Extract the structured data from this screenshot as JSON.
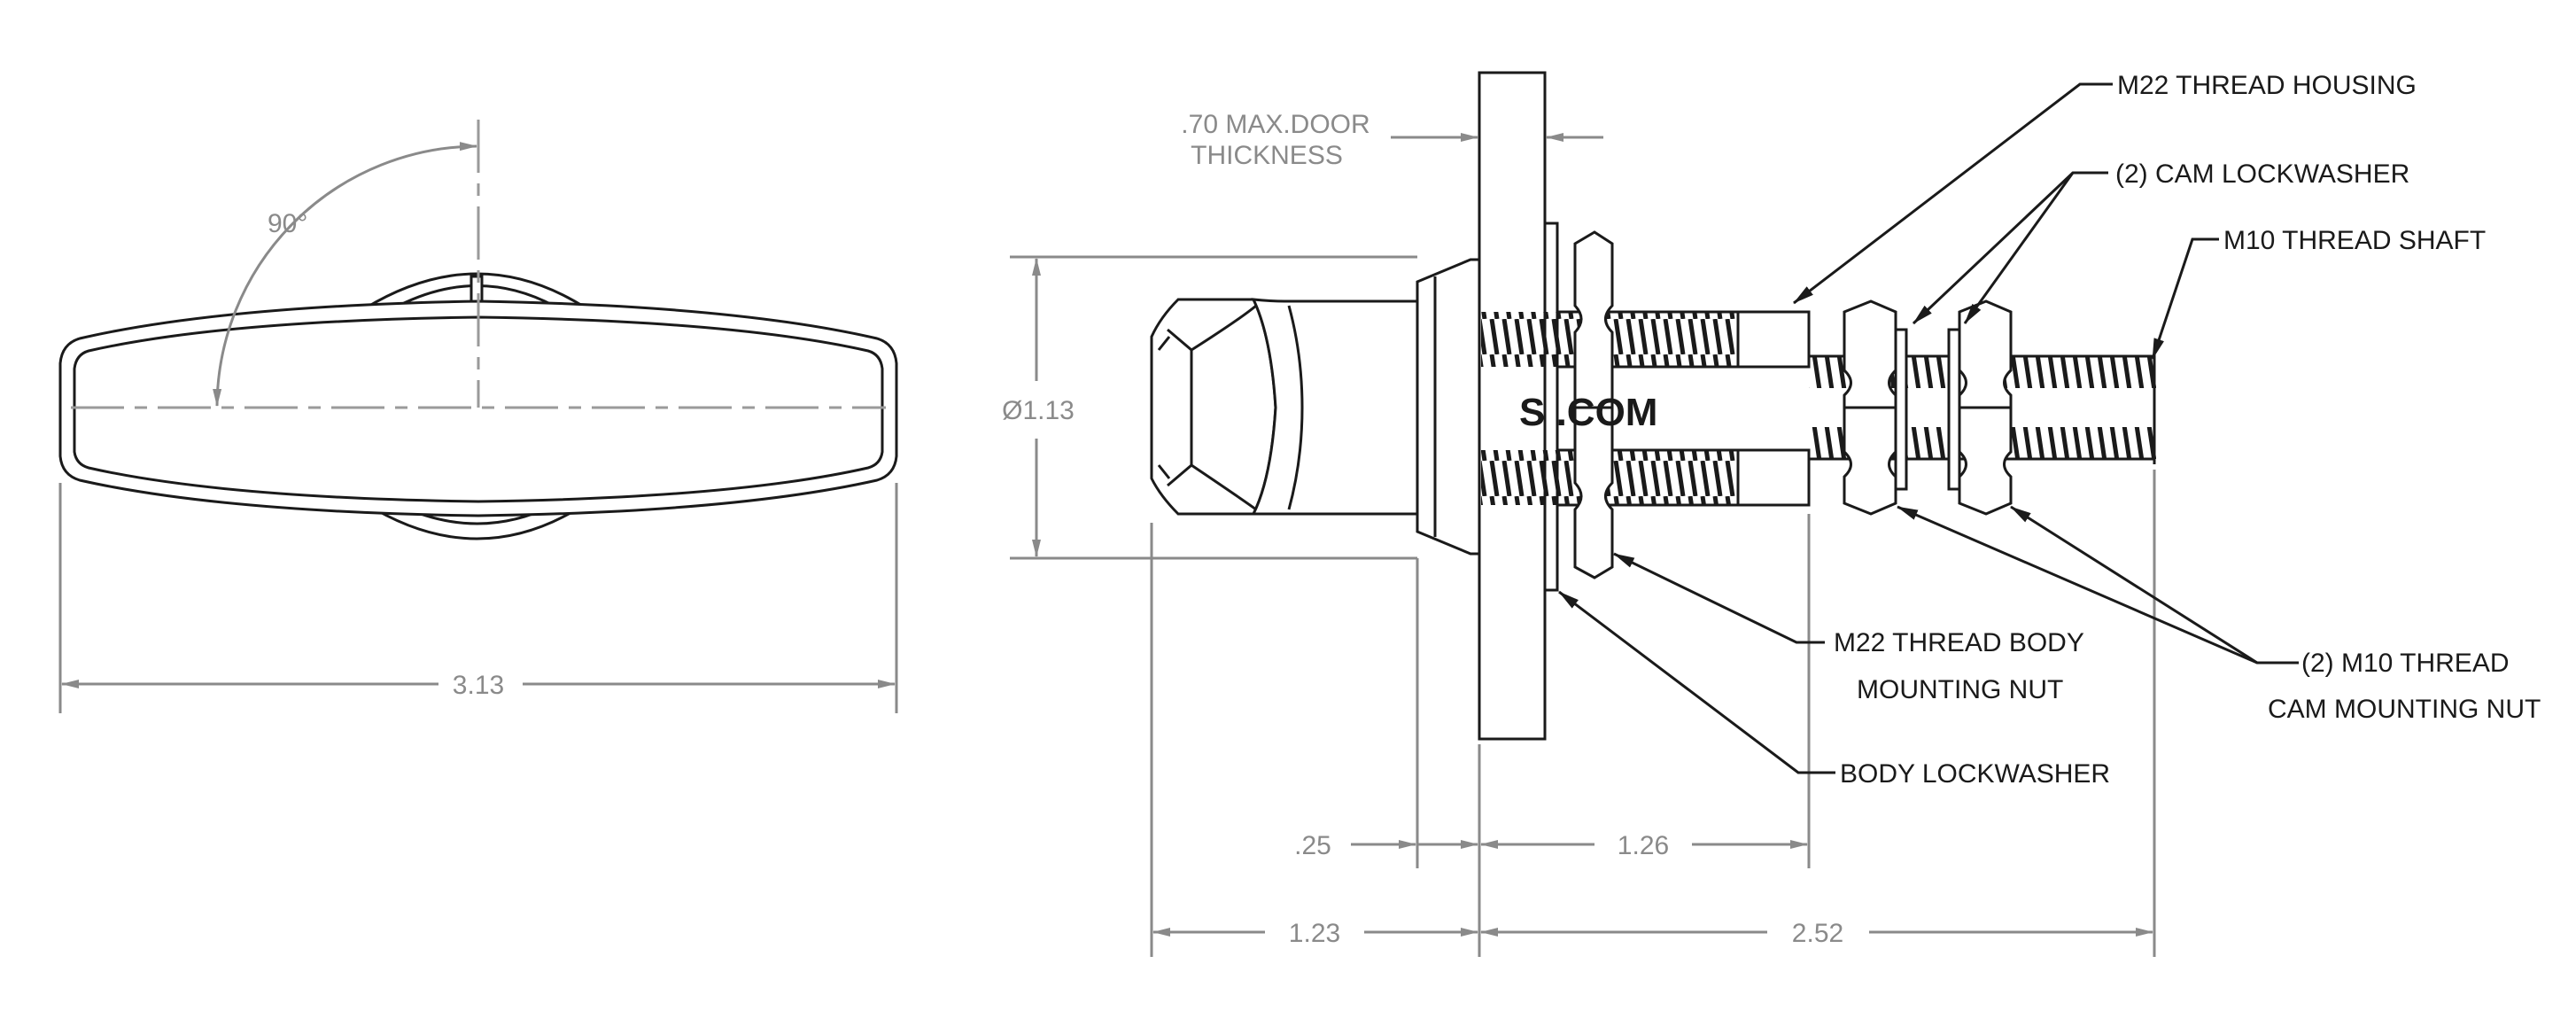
{
  "dimensions": {
    "handle_width": "3.13",
    "handle_rotation": "90°",
    "max_door_thickness_line1": ".70 MAX.DOOR",
    "max_door_thickness_line2": "THICKNESS",
    "body_diameter": "Ø1.13",
    "flange_offset": ".25",
    "thread_length": "1.26",
    "front_length": "1.23",
    "rear_length": "2.52"
  },
  "callouts": {
    "thread_housing": "M22 THREAD HOUSING",
    "cam_lockwasher": "(2) CAM LOCKWASHER",
    "thread_shaft": "M10 THREAD SHAFT",
    "body_nut_line1": "M22 THREAD BODY",
    "body_nut_line2": "MOUNTING NUT",
    "body_lockwasher": "BODY LOCKWASHER",
    "cam_nut_line1": "(2) M10 THREAD",
    "cam_nut_line2": "CAM MOUNTING NUT"
  },
  "branding": {
    "watermark": "S    .COM"
  }
}
